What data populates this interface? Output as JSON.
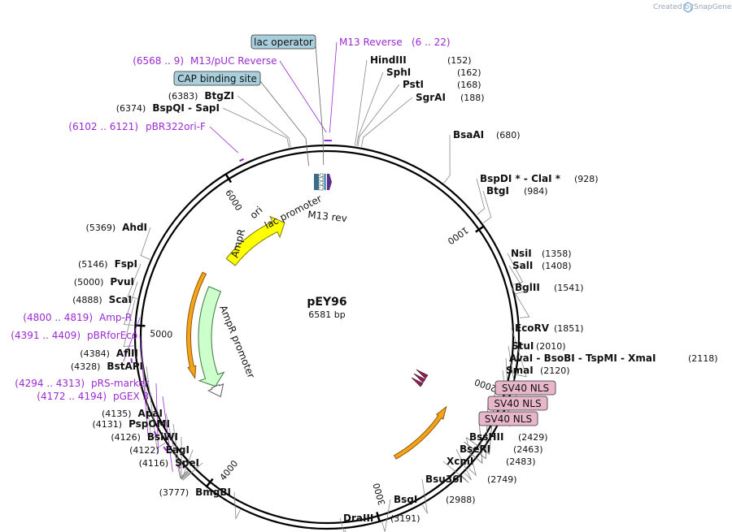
{
  "credit": "Created by",
  "brand": "SnapGene",
  "plasmid": {
    "name": "pEY96",
    "size_label": "6581 bp",
    "length": 6581
  },
  "ticks": [
    {
      "pos": 1000,
      "label": "1000"
    },
    {
      "pos": 2000,
      "label": "2000"
    },
    {
      "pos": 3000,
      "label": "3000"
    },
    {
      "pos": 4000,
      "label": "4000"
    },
    {
      "pos": 5000,
      "label": "5000"
    },
    {
      "pos": 6000,
      "label": "6000"
    }
  ],
  "enzymes": [
    {
      "name": "HindIII",
      "pos": "(152)",
      "site": 152
    },
    {
      "name": "SphI",
      "pos": "(162)",
      "site": 162
    },
    {
      "name": "PstI",
      "pos": "(168)",
      "site": 168
    },
    {
      "name": "SgrAI",
      "pos": "(188)",
      "site": 188
    },
    {
      "name": "BsaAI",
      "pos": "(680)",
      "site": 680
    },
    {
      "name": "BspDI *  -  ClaI *",
      "pos": "(928)",
      "site": 928
    },
    {
      "name": "BtgI",
      "pos": "(984)",
      "site": 984
    },
    {
      "name": "NsiI",
      "pos": "(1358)",
      "site": 1358
    },
    {
      "name": "SalI",
      "pos": "(1408)",
      "site": 1408
    },
    {
      "name": "BglII",
      "pos": "(1541)",
      "site": 1541
    },
    {
      "name": "EcoRV",
      "pos": "(1851)",
      "site": 1851
    },
    {
      "name": "StuI",
      "pos": "(2010)",
      "site": 2010
    },
    {
      "name": "AvaI  -  BsoBI  -  TspMI  -  XmaI",
      "pos": "(2118)",
      "site": 2118
    },
    {
      "name": "SmaI",
      "pos": "(2120)",
      "site": 2120
    },
    {
      "name": "BssHII",
      "pos": "(2429)",
      "site": 2429
    },
    {
      "name": "BseRI",
      "pos": "(2463)",
      "site": 2463
    },
    {
      "name": "XcmI",
      "pos": "(2483)",
      "site": 2483
    },
    {
      "name": "Bsu36I",
      "pos": "(2749)",
      "site": 2749
    },
    {
      "name": "BsgI",
      "pos": "(2988)",
      "site": 2988
    },
    {
      "name": "DraIII",
      "pos": "(3191)",
      "site": 3191
    },
    {
      "name": "BmgBI",
      "pos": "(3777)",
      "site": 3777
    },
    {
      "name": "SpeI",
      "pos": "(4116)",
      "site": 4116
    },
    {
      "name": "EagI",
      "pos": "(4122)",
      "site": 4122
    },
    {
      "name": "BsiWI",
      "pos": "(4126)",
      "site": 4126
    },
    {
      "name": "PspOMI",
      "pos": "(4131)",
      "site": 4131
    },
    {
      "name": "ApaI",
      "pos": "(4135)",
      "site": 4135
    },
    {
      "name": "BstAPI",
      "pos": "(4328)",
      "site": 4328
    },
    {
      "name": "AflII",
      "pos": "(4384)",
      "site": 4384
    },
    {
      "name": "ScaI",
      "pos": "(4888)",
      "site": 4888
    },
    {
      "name": "PvuI",
      "pos": "(5000)",
      "site": 5000
    },
    {
      "name": "FspI",
      "pos": "(5146)",
      "site": 5146
    },
    {
      "name": "AhdI",
      "pos": "(5369)",
      "site": 5369
    },
    {
      "name": "BspQI  -  SapI",
      "pos": "(6374)",
      "site": 6374
    },
    {
      "name": "BtgZI",
      "pos": "(6383)",
      "site": 6383
    }
  ],
  "primers": [
    {
      "name": "M13 Reverse",
      "range": "(6 .. 22)",
      "site": 14
    },
    {
      "name": "M13/pUC Reverse",
      "range": "(6568 .. 9)",
      "site": 6578
    },
    {
      "name": "pBR322ori-F",
      "range": "(6102 .. 6121)",
      "site": 6111
    },
    {
      "name": "Amp-R",
      "range": "(4800 .. 4819)",
      "site": 4810
    },
    {
      "name": "pBRforEco",
      "range": "(4391 .. 4409)",
      "site": 4400
    },
    {
      "name": "pRS-marker",
      "range": "(4294 .. 4313)",
      "site": 4303
    },
    {
      "name": "pGEX 3'",
      "range": "(4172 .. 4194)",
      "site": 4183
    }
  ],
  "boxed_features": [
    {
      "name": "lac operator",
      "site": 6560,
      "color": "#a9cfdc"
    },
    {
      "name": "CAP binding site",
      "site": 6470,
      "color": "#a9cfdc"
    },
    {
      "name": "SV40 NLS",
      "site": 2300,
      "color": "#e7b6c8"
    },
    {
      "name": "SV40 NLS",
      "site": 2330,
      "color": "#e7b6c8"
    },
    {
      "name": "SV40 NLS",
      "site": 2360,
      "color": "#e7b6c8"
    }
  ],
  "features": [
    {
      "name": "ori",
      "start": 5630,
      "end": 6210,
      "dir": "cw",
      "color": "#ffff00",
      "stroke": "#7a7a00"
    },
    {
      "name": "AmpR",
      "start": 4500,
      "end": 5360,
      "dir": "ccw",
      "color": "#ccffcc",
      "stroke": "#3a7a3a"
    },
    {
      "name": "AmpR promoter",
      "start": 4400,
      "end": 4500,
      "dir": "ccw",
      "color": "#ffffff",
      "stroke": "#555555"
    },
    {
      "name": "lac promoter",
      "start": 6440,
      "end": 6470
    },
    {
      "name": "M13 rev",
      "start": 6,
      "end": 22
    }
  ],
  "orfs": [
    {
      "start": 4620,
      "end": 5440,
      "dir": "ccw",
      "color": "#f7a21b"
    },
    {
      "start": 2200,
      "end": 2750,
      "dir": "ccw",
      "color": "#f7a21b"
    }
  ],
  "colors": {
    "backbone": "#000000",
    "primer": "#9b2bd1",
    "leader": "#888888",
    "orf": "#f7a21b",
    "nls_arrow": "#8b2252"
  }
}
